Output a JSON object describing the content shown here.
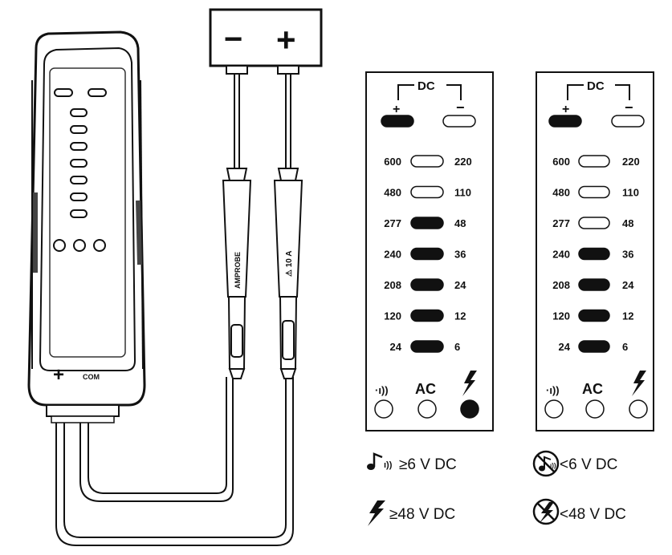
{
  "battery": {
    "minus_sign": "−",
    "plus_sign": "+"
  },
  "tester": {
    "plus_label": "+",
    "com_label": "COM"
  },
  "probes": {
    "left_text": "AMPROBE",
    "right_text": "⚠ 10 A"
  },
  "panels": [
    {
      "id": "left",
      "dc_label": "DC",
      "dc_plus": "+",
      "dc_minus": "−",
      "dc_plus_on": true,
      "dc_minus_on": false,
      "rows": [
        {
          "left": "600",
          "right": "220",
          "on": false
        },
        {
          "left": "480",
          "right": "110",
          "on": false
        },
        {
          "left": "277",
          "right": "48",
          "on": true
        },
        {
          "left": "240",
          "right": "36",
          "on": true
        },
        {
          "left": "208",
          "right": "24",
          "on": true
        },
        {
          "left": "120",
          "right": "12",
          "on": true
        },
        {
          "left": "24",
          "right": "6",
          "on": true
        }
      ],
      "ac_label": "AC",
      "indicators": [
        {
          "name": "sound-icon",
          "on": false
        },
        {
          "name": "ac",
          "on": false
        },
        {
          "name": "high-voltage-icon",
          "on": true
        }
      ],
      "legend": [
        {
          "icon": "buzzer-on-icon",
          "text": "≥6 V DC"
        },
        {
          "icon": "lightning-on-icon",
          "text": "≥48 V DC"
        }
      ]
    },
    {
      "id": "right",
      "dc_label": "DC",
      "dc_plus": "+",
      "dc_minus": "−",
      "dc_plus_on": true,
      "dc_minus_on": false,
      "rows": [
        {
          "left": "600",
          "right": "220",
          "on": false
        },
        {
          "left": "480",
          "right": "110",
          "on": false
        },
        {
          "left": "277",
          "right": "48",
          "on": false
        },
        {
          "left": "240",
          "right": "36",
          "on": true
        },
        {
          "left": "208",
          "right": "24",
          "on": true
        },
        {
          "left": "120",
          "right": "12",
          "on": true
        },
        {
          "left": "24",
          "right": "6",
          "on": true
        }
      ],
      "ac_label": "AC",
      "indicators": [
        {
          "name": "sound-icon",
          "on": false
        },
        {
          "name": "ac",
          "on": false
        },
        {
          "name": "high-voltage-icon",
          "on": false
        }
      ],
      "legend": [
        {
          "icon": "buzzer-off-icon",
          "text": "<6 V DC"
        },
        {
          "icon": "lightning-off-icon",
          "text": "<48 V DC"
        }
      ]
    }
  ]
}
